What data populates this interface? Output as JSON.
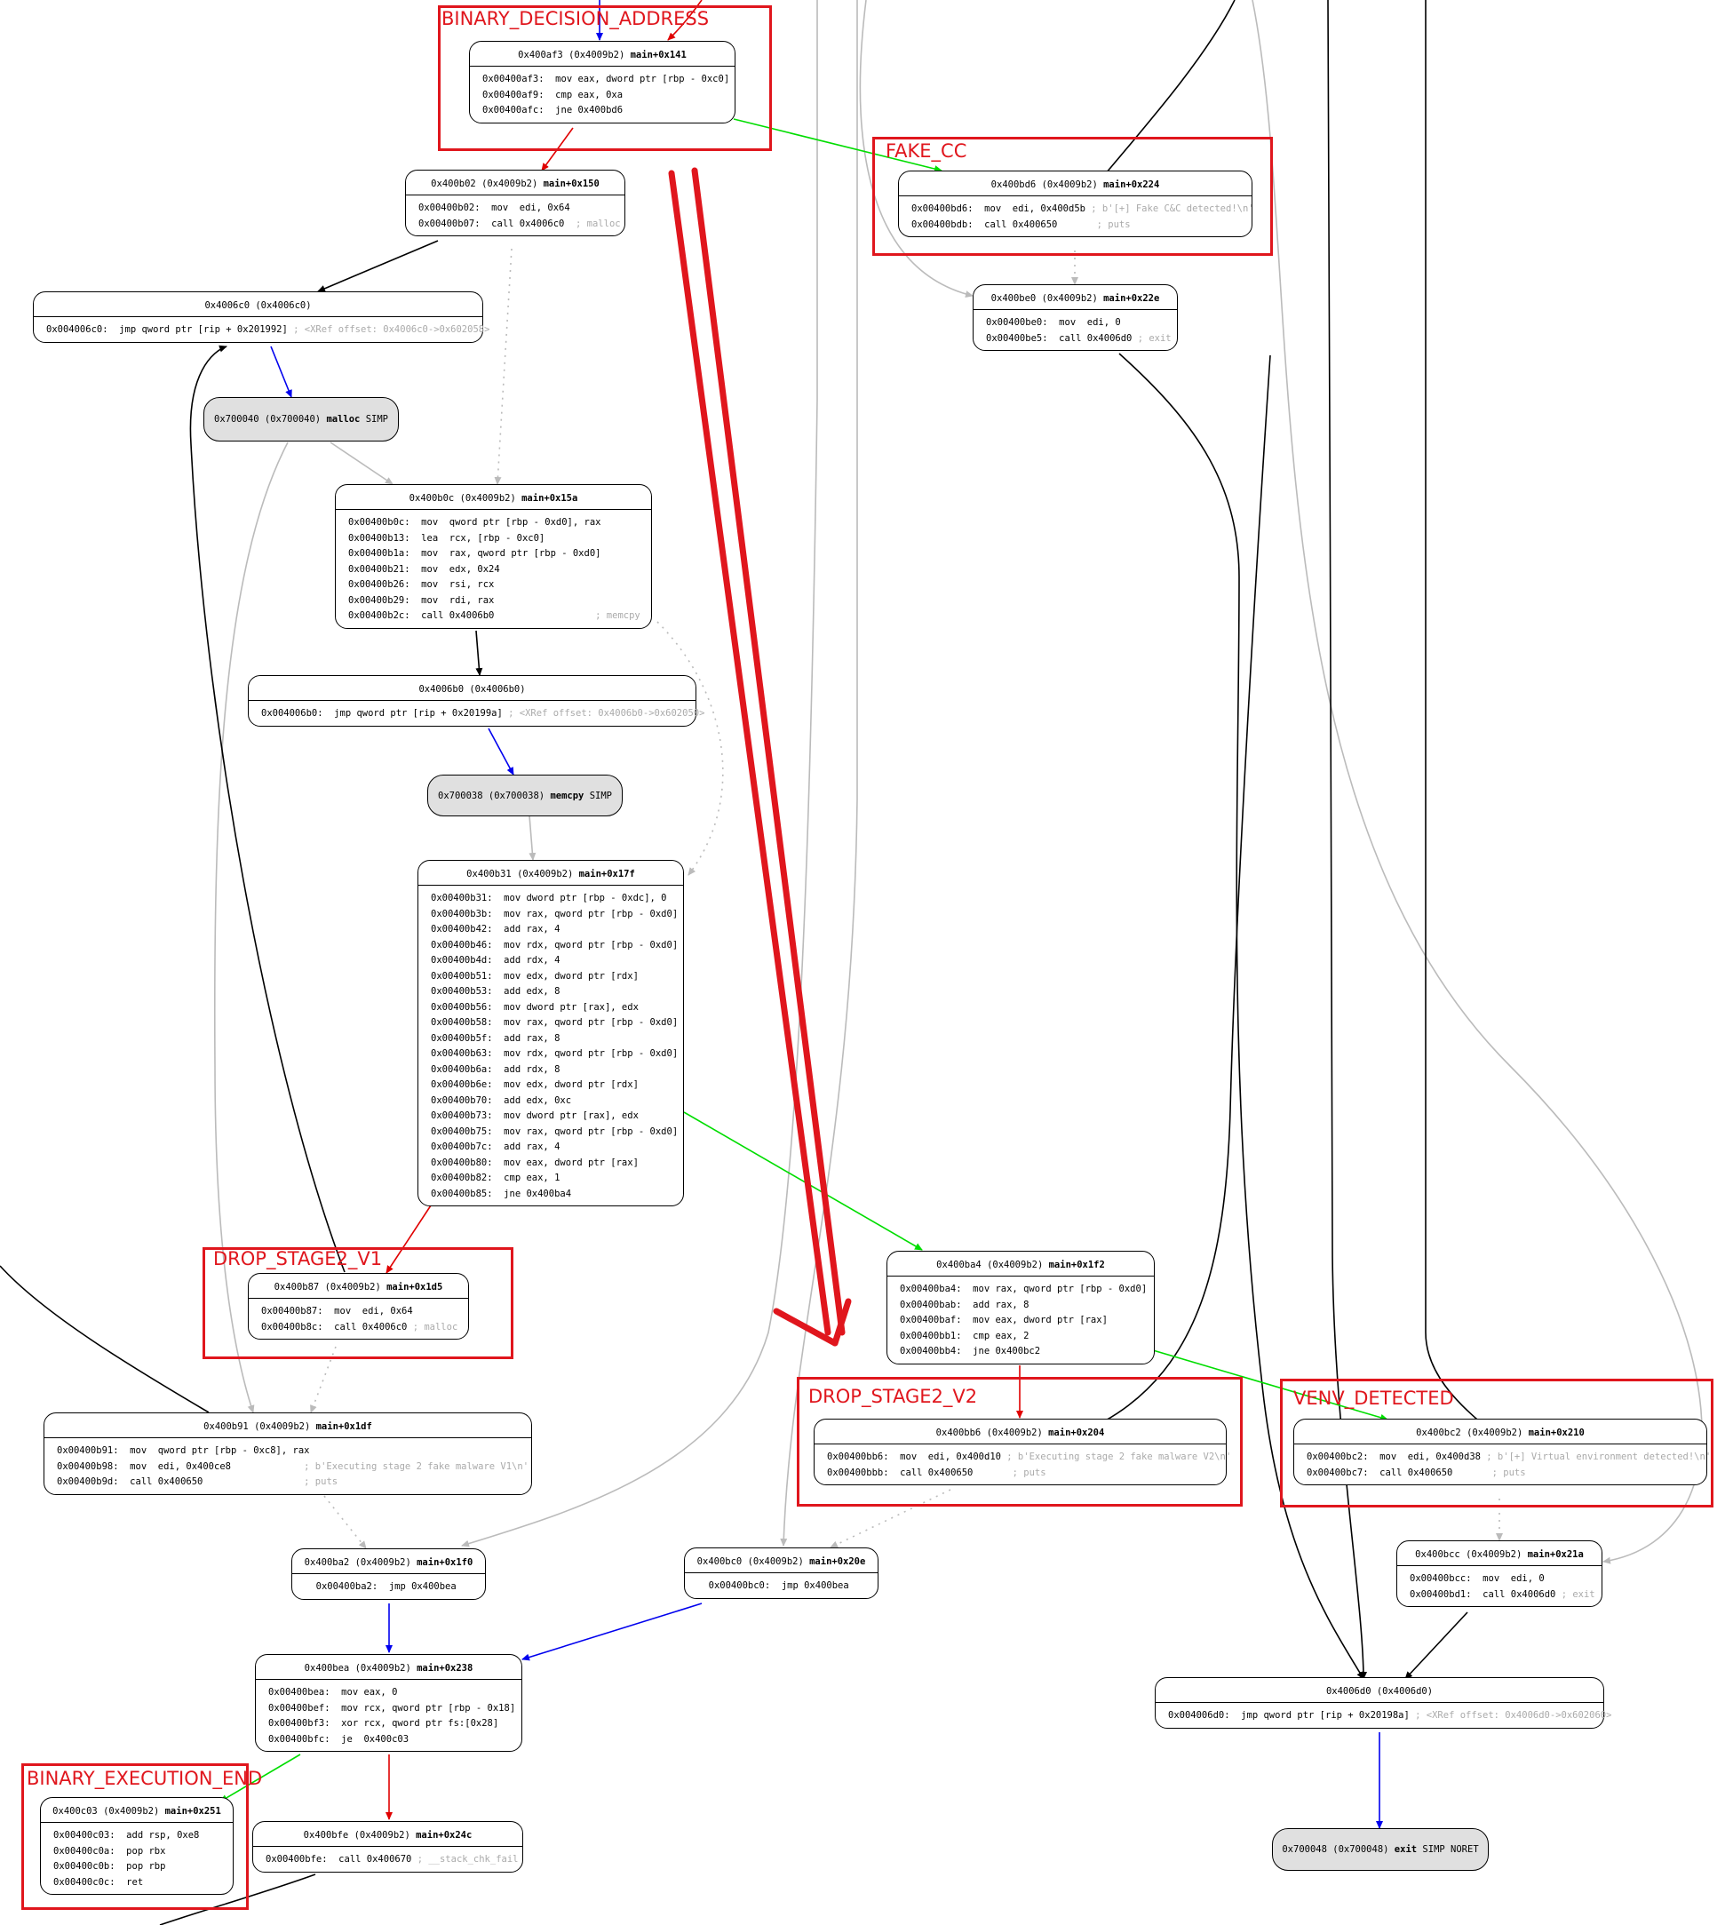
{
  "nodes": {
    "n400af3": {
      "addr": "0x400af3 (0x4009b2)",
      "func": "main+0x141",
      "lines": [
        {
          "ins": "0x00400af3:  mov eax, dword ptr [rbp - 0xc0]",
          "cm": ""
        },
        {
          "ins": "0x00400af9:  cmp eax, 0xa",
          "cm": ""
        },
        {
          "ins": "0x00400afc:  jne 0x400bd6",
          "cm": ""
        }
      ]
    },
    "n400b02": {
      "addr": "0x400b02 (0x4009b2)",
      "func": "main+0x150",
      "lines": [
        {
          "ins": "0x00400b02:  mov  edi, 0x64",
          "cm": ""
        },
        {
          "ins": "0x00400b07:  call 0x4006c0",
          "cm": "  ; malloc"
        }
      ]
    },
    "n4006c0": {
      "addr": "0x4006c0 (0x4006c0)",
      "func": "",
      "lines": [
        {
          "ins": "0x004006c0:  jmp qword ptr [rip + 0x201992]",
          "cm": " ; <XRef offset: 0x4006c0->0x602058>"
        }
      ]
    },
    "n400b0c": {
      "addr": "0x400b0c (0x4009b2)",
      "func": "main+0x15a",
      "lines": [
        {
          "ins": "0x00400b0c:  mov  qword ptr [rbp - 0xd0], rax",
          "cm": ""
        },
        {
          "ins": "0x00400b13:  lea  rcx, [rbp - 0xc0]",
          "cm": ""
        },
        {
          "ins": "0x00400b1a:  mov  rax, qword ptr [rbp - 0xd0]",
          "cm": ""
        },
        {
          "ins": "0x00400b21:  mov  edx, 0x24",
          "cm": ""
        },
        {
          "ins": "0x00400b26:  mov  rsi, rcx",
          "cm": ""
        },
        {
          "ins": "0x00400b29:  mov  rdi, rax",
          "cm": ""
        },
        {
          "ins": "0x00400b2c:  call 0x4006b0",
          "cm": "                  ; memcpy"
        }
      ]
    },
    "n4006b0": {
      "addr": "0x4006b0 (0x4006b0)",
      "func": "",
      "lines": [
        {
          "ins": "0x004006b0:  jmp qword ptr [rip + 0x20199a]",
          "cm": " ; <XRef offset: 0x4006b0->0x602050>"
        }
      ]
    },
    "n400b31": {
      "addr": "0x400b31 (0x4009b2)",
      "func": "main+0x17f",
      "lines": [
        {
          "ins": "0x00400b31:  mov dword ptr [rbp - 0xdc], 0",
          "cm": ""
        },
        {
          "ins": "0x00400b3b:  mov rax, qword ptr [rbp - 0xd0]",
          "cm": ""
        },
        {
          "ins": "0x00400b42:  add rax, 4",
          "cm": ""
        },
        {
          "ins": "0x00400b46:  mov rdx, qword ptr [rbp - 0xd0]",
          "cm": ""
        },
        {
          "ins": "0x00400b4d:  add rdx, 4",
          "cm": ""
        },
        {
          "ins": "0x00400b51:  mov edx, dword ptr [rdx]",
          "cm": ""
        },
        {
          "ins": "0x00400b53:  add edx, 8",
          "cm": ""
        },
        {
          "ins": "0x00400b56:  mov dword ptr [rax], edx",
          "cm": ""
        },
        {
          "ins": "0x00400b58:  mov rax, qword ptr [rbp - 0xd0]",
          "cm": ""
        },
        {
          "ins": "0x00400b5f:  add rax, 8",
          "cm": ""
        },
        {
          "ins": "0x00400b63:  mov rdx, qword ptr [rbp - 0xd0]",
          "cm": ""
        },
        {
          "ins": "0x00400b6a:  add rdx, 8",
          "cm": ""
        },
        {
          "ins": "0x00400b6e:  mov edx, dword ptr [rdx]",
          "cm": ""
        },
        {
          "ins": "0x00400b70:  add edx, 0xc",
          "cm": ""
        },
        {
          "ins": "0x00400b73:  mov dword ptr [rax], edx",
          "cm": ""
        },
        {
          "ins": "0x00400b75:  mov rax, qword ptr [rbp - 0xd0]",
          "cm": ""
        },
        {
          "ins": "0x00400b7c:  add rax, 4",
          "cm": ""
        },
        {
          "ins": "0x00400b80:  mov eax, dword ptr [rax]",
          "cm": ""
        },
        {
          "ins": "0x00400b82:  cmp eax, 1",
          "cm": ""
        },
        {
          "ins": "0x00400b85:  jne 0x400ba4",
          "cm": ""
        }
      ]
    },
    "n400b87": {
      "addr": "0x400b87 (0x4009b2)",
      "func": "main+0x1d5",
      "lines": [
        {
          "ins": "0x00400b87:  mov  edi, 0x64",
          "cm": ""
        },
        {
          "ins": "0x00400b8c:  call 0x4006c0",
          "cm": " ; malloc"
        }
      ]
    },
    "n400b91": {
      "addr": "0x400b91 (0x4009b2)",
      "func": "main+0x1df",
      "lines": [
        {
          "ins": "0x00400b91:  mov  qword ptr [rbp - 0xc8], rax",
          "cm": ""
        },
        {
          "ins": "0x00400b98:  mov  edi, 0x400ce8",
          "cm": "             ; b'Executing stage 2 fake malware V1\\n'"
        },
        {
          "ins": "0x00400b9d:  call 0x400650",
          "cm": "                  ; puts"
        }
      ]
    },
    "n400ba2": {
      "addr": "0x400ba2 (0x4009b2)",
      "func": "main+0x1f0",
      "lines": [
        {
          "ins": "  0x00400ba2:  jmp 0x400bea",
          "cm": ""
        }
      ]
    },
    "n400bea": {
      "addr": "0x400bea (0x4009b2)",
      "func": "main+0x238",
      "lines": [
        {
          "ins": "0x00400bea:  mov eax, 0",
          "cm": ""
        },
        {
          "ins": "0x00400bef:  mov rcx, qword ptr [rbp - 0x18]",
          "cm": ""
        },
        {
          "ins": "0x00400bf3:  xor rcx, qword ptr fs:[0x28]",
          "cm": ""
        },
        {
          "ins": "0x00400bfc:  je  0x400c03",
          "cm": ""
        }
      ]
    },
    "n400c03": {
      "addr": "0x400c03 (0x4009b2)",
      "func": "main+0x251",
      "lines": [
        {
          "ins": "0x00400c03:  add rsp, 0xe8",
          "cm": ""
        },
        {
          "ins": "0x00400c0a:  pop rbx",
          "cm": ""
        },
        {
          "ins": "0x00400c0b:  pop rbp",
          "cm": ""
        },
        {
          "ins": "0x00400c0c:  ret",
          "cm": ""
        }
      ]
    },
    "n400bfe": {
      "addr": "0x400bfe (0x4009b2)",
      "func": "main+0x24c",
      "lines": [
        {
          "ins": "0x00400bfe:  call 0x400670",
          "cm": " ; __stack_chk_fail"
        }
      ]
    },
    "n400bd6": {
      "addr": "0x400bd6 (0x4009b2)",
      "func": "main+0x224",
      "lines": [
        {
          "ins": "0x00400bd6:  mov  edi, 0x400d5b",
          "cm": " ; b'[+] Fake C&C detected!\\n'"
        },
        {
          "ins": "0x00400bdb:  call 0x400650",
          "cm": "       ; puts"
        }
      ]
    },
    "n400be0": {
      "addr": "0x400be0 (0x4009b2)",
      "func": "main+0x22e",
      "lines": [
        {
          "ins": "0x00400be0:  mov  edi, 0",
          "cm": ""
        },
        {
          "ins": "0x00400be5:  call 0x4006d0",
          "cm": " ; exit"
        }
      ]
    },
    "n400ba4": {
      "addr": "0x400ba4 (0x4009b2)",
      "func": "main+0x1f2",
      "lines": [
        {
          "ins": "0x00400ba4:  mov rax, qword ptr [rbp - 0xd0]",
          "cm": ""
        },
        {
          "ins": "0x00400bab:  add rax, 8",
          "cm": ""
        },
        {
          "ins": "0x00400baf:  mov eax, dword ptr [rax]",
          "cm": ""
        },
        {
          "ins": "0x00400bb1:  cmp eax, 2",
          "cm": ""
        },
        {
          "ins": "0x00400bb4:  jne 0x400bc2",
          "cm": ""
        }
      ]
    },
    "n400bb6": {
      "addr": "0x400bb6 (0x4009b2)",
      "func": "main+0x204",
      "lines": [
        {
          "ins": "0x00400bb6:  mov  edi, 0x400d10",
          "cm": " ; b'Executing stage 2 fake malware V2\\n'"
        },
        {
          "ins": "0x00400bbb:  call 0x400650",
          "cm": "       ; puts"
        }
      ]
    },
    "n400bc2": {
      "addr": "0x400bc2 (0x4009b2)",
      "func": "main+0x210",
      "lines": [
        {
          "ins": "0x00400bc2:  mov  edi, 0x400d38",
          "cm": " ; b'[+] Virtual environment detected!\\n'"
        },
        {
          "ins": "0x00400bc7:  call 0x400650",
          "cm": "       ; puts"
        }
      ]
    },
    "n400bc0": {
      "addr": "0x400bc0 (0x4009b2)",
      "func": "main+0x20e",
      "lines": [
        {
          "ins": "  0x00400bc0:  jmp 0x400bea",
          "cm": ""
        }
      ]
    },
    "n400bcc": {
      "addr": "0x400bcc (0x4009b2)",
      "func": "main+0x21a",
      "lines": [
        {
          "ins": "0x00400bcc:  mov  edi, 0",
          "cm": ""
        },
        {
          "ins": "0x00400bd1:  call 0x4006d0",
          "cm": " ; exit"
        }
      ]
    },
    "n4006d0": {
      "addr": "0x4006d0 (0x4006d0)",
      "func": "",
      "lines": [
        {
          "ins": "0x004006d0:  jmp qword ptr [rip + 0x20198a]",
          "cm": " ; <XRef offset: 0x4006d0->0x602060>"
        }
      ]
    }
  },
  "simp_nodes": {
    "malloc": {
      "addr": "0x700040 (0x700040)",
      "name": "malloc",
      "tag": "SIMP"
    },
    "memcpy": {
      "addr": "0x700038 (0x700038)",
      "name": "memcpy",
      "tag": "SIMP"
    },
    "exit": {
      "addr": "0x700048 (0x700048)",
      "name": "exit",
      "tag": "SIMP NORET"
    }
  },
  "regions": {
    "binary_decision_address": "BINARY_DECISION_ADDRESS",
    "fake_cc": "FAKE_CC",
    "drop_stage2_v1": "DROP_STAGE2_V1",
    "drop_stage2_v2": "DROP_STAGE2_V2",
    "venv_detected": "VENV_DETECTED",
    "binary_execution_end": "BINARY_EXECUTION_END"
  },
  "colors": {
    "true_branch": "#00dd00",
    "false_branch": "#e00000",
    "jump": "#0000ee",
    "call": "#000000",
    "fallthrough": "#bbbbbb",
    "annotation": "#e0161d",
    "simp_fill": "#e0e0e0"
  }
}
